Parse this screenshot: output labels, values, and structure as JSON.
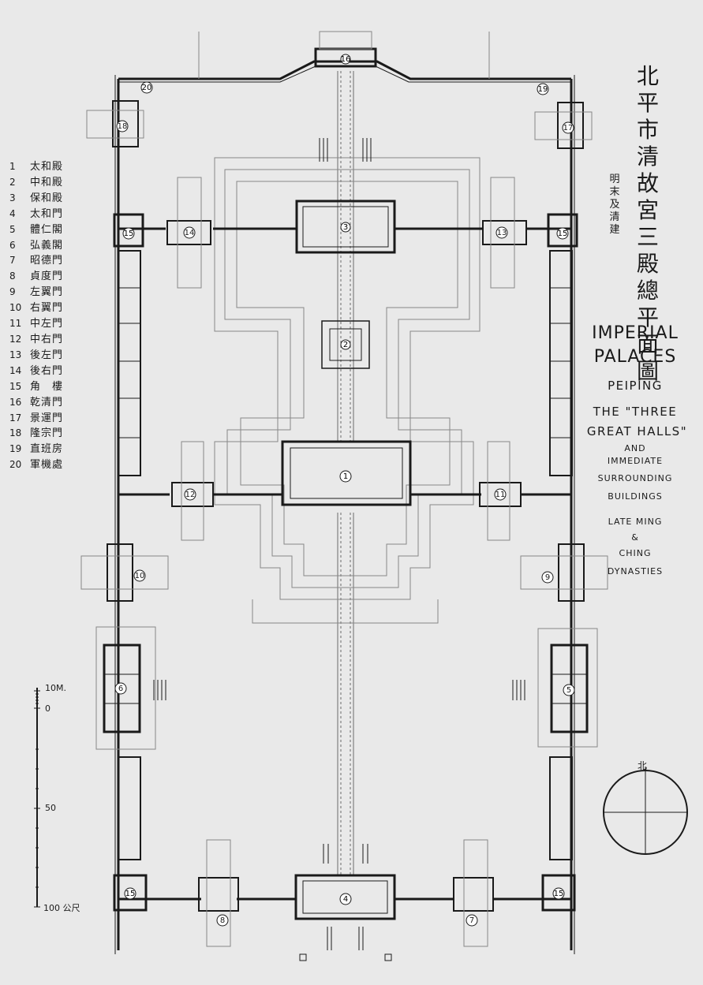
{
  "title_cn": [
    "北",
    "平",
    "市",
    "清",
    "故",
    "宮",
    "三",
    "殿",
    "總",
    "平",
    "面",
    "圖"
  ],
  "subtitle_cn": [
    "明",
    "末",
    "及",
    "清",
    "建"
  ],
  "title_en": {
    "line1": "IMPERIAL",
    "line2": "PALACES",
    "line3": "PEIPING",
    "line4": "THE \"THREE",
    "line5": "GREAT HALLS\"",
    "line6": "AND",
    "line7": "IMMEDIATE",
    "line8": "SURROUNDING",
    "line9": "BUILDINGS",
    "line10": "LATE MING",
    "line11": "&",
    "line12": "CHING",
    "line13": "DYNASTIES"
  },
  "legend": [
    {
      "num": "1",
      "name": "太和殿"
    },
    {
      "num": "2",
      "name": "中和殿"
    },
    {
      "num": "3",
      "name": "保和殿"
    },
    {
      "num": "4",
      "name": "太和門"
    },
    {
      "num": "5",
      "name": "體仁閣"
    },
    {
      "num": "6",
      "name": "弘義閣"
    },
    {
      "num": "7",
      "name": "昭德門"
    },
    {
      "num": "8",
      "name": "貞度門"
    },
    {
      "num": "9",
      "name": "左翼門"
    },
    {
      "num": "10",
      "name": "右翼門"
    },
    {
      "num": "11",
      "name": "中左門"
    },
    {
      "num": "12",
      "name": "中右門"
    },
    {
      "num": "13",
      "name": "後左門"
    },
    {
      "num": "14",
      "name": "後右門"
    },
    {
      "num": "15",
      "name": "角　樓"
    },
    {
      "num": "16",
      "name": "乾清門"
    },
    {
      "num": "17",
      "name": "景運門"
    },
    {
      "num": "18",
      "name": "隆宗門"
    },
    {
      "num": "19",
      "name": "直班房"
    },
    {
      "num": "20",
      "name": "軍機處"
    }
  ],
  "scale": {
    "label_10": "10M.",
    "label_0": "0",
    "label_50": "50",
    "label_100": "100 公尺"
  },
  "north_label": "北",
  "building_labels": {
    "b1": "1",
    "b2": "2",
    "b3": "3",
    "b4": "4",
    "b5": "5",
    "b6": "6",
    "b7": "7",
    "b8": "8",
    "b9": "9",
    "b10": "10",
    "b11": "11",
    "b12": "12",
    "b13": "13",
    "b14": "14",
    "b15": "15",
    "b16": "16",
    "b17": "17",
    "b18": "18",
    "b19": "19",
    "b20": "20"
  },
  "colors": {
    "ink": "#1a1a1a",
    "paper": "#e9e9e9",
    "line": "#6a6a6a"
  }
}
